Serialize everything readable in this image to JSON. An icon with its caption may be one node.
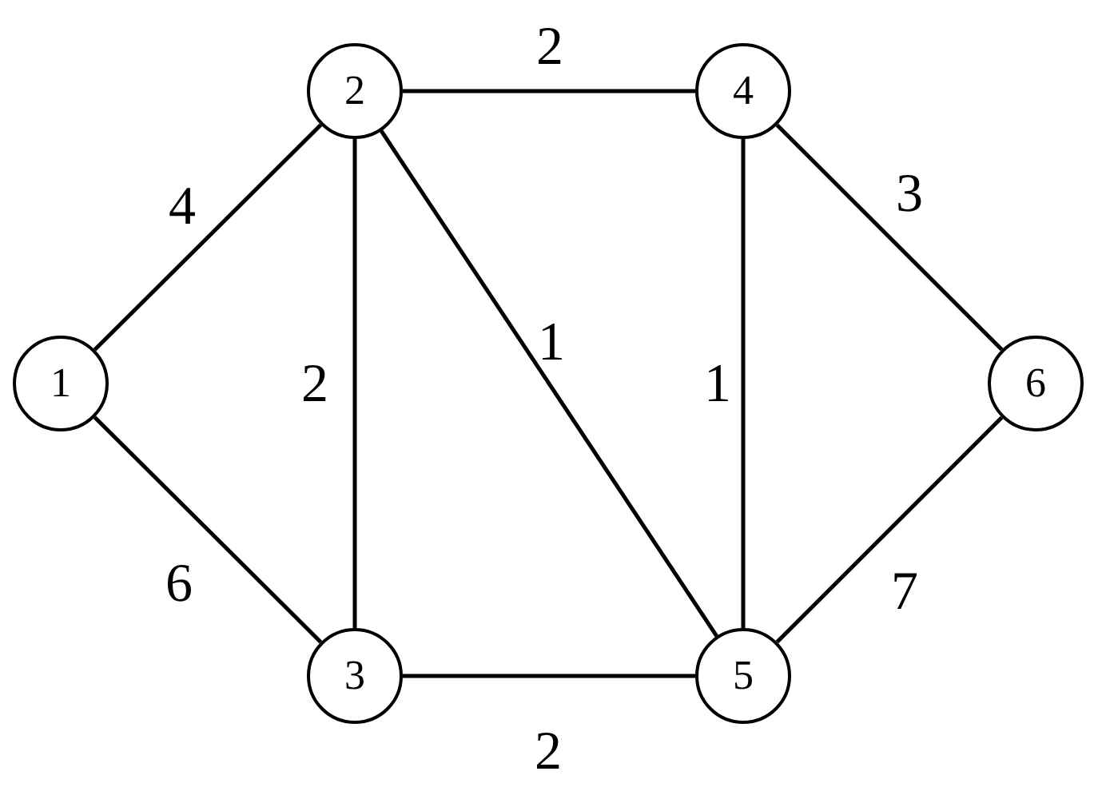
{
  "diagram": {
    "nodes": [
      {
        "text": [
          "1"
        ]
      },
      {
        "text": [
          "2"
        ]
      },
      {
        "text": [
          "3"
        ]
      },
      {
        "text": [
          "4"
        ]
      },
      {
        "text": [
          "5"
        ]
      },
      {
        "text": [
          "6"
        ]
      }
    ],
    "edges": [
      {
        "from": 0,
        "to": 1,
        "arrow": "none",
        "label": "4"
      },
      {
        "from": 1,
        "to": 3,
        "arrow": "none",
        "label": "2"
      },
      {
        "from": 1,
        "to": 2,
        "arrow": "none",
        "label": "2"
      },
      {
        "from": 1,
        "to": 4,
        "arrow": "none",
        "label": "1"
      },
      {
        "from": 3,
        "to": 4,
        "arrow": "none",
        "label": "1"
      },
      {
        "from": 3,
        "to": 5,
        "arrow": "none",
        "label": "3"
      },
      {
        "from": 0,
        "to": 2,
        "arrow": "none",
        "label": "6"
      },
      {
        "from": 4,
        "to": 5,
        "arrow": "none",
        "label": "7"
      },
      {
        "from": 2,
        "to": 4,
        "arrow": "none",
        "label": "2"
      }
    ]
  }
}
